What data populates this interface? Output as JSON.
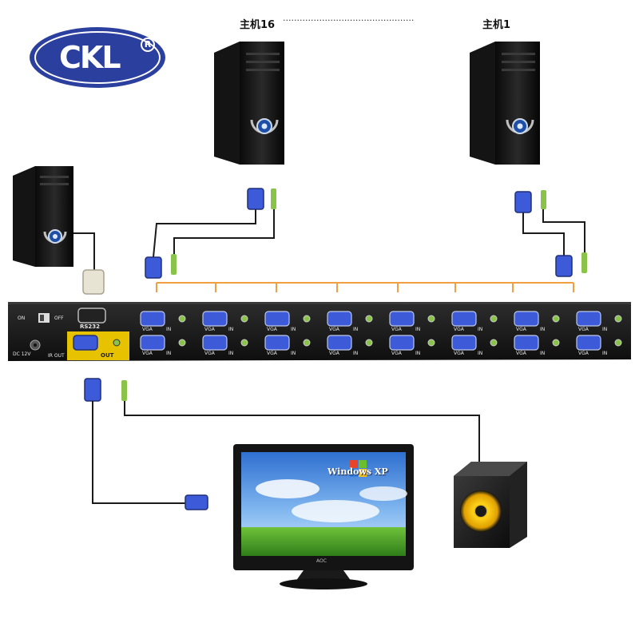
{
  "labels": {
    "host_last": "主机16",
    "host_first": "主机1",
    "dots": "..............................................."
  },
  "logo": {
    "text": "CKL",
    "registered": "R"
  },
  "kvm": {
    "on": "ON",
    "off": "OFF",
    "power": "DC 12V",
    "ir_out": "IR OUT",
    "rs232": "RS232",
    "out": "OUT",
    "port_vga": "VGA",
    "port_in": "IN"
  },
  "monitor": {
    "screen_text": "Windows XP",
    "brand": "AOC"
  },
  "colors": {
    "logo_blue": "#2b3f9e",
    "vga_blue": "#3d5bd9",
    "audio_green": "#8ac34a",
    "link_orange": "#f0a040",
    "cable_black": "#1a1a1a",
    "kvm_body": "#1b1b1b",
    "speaker_gold": "#e8b000"
  }
}
